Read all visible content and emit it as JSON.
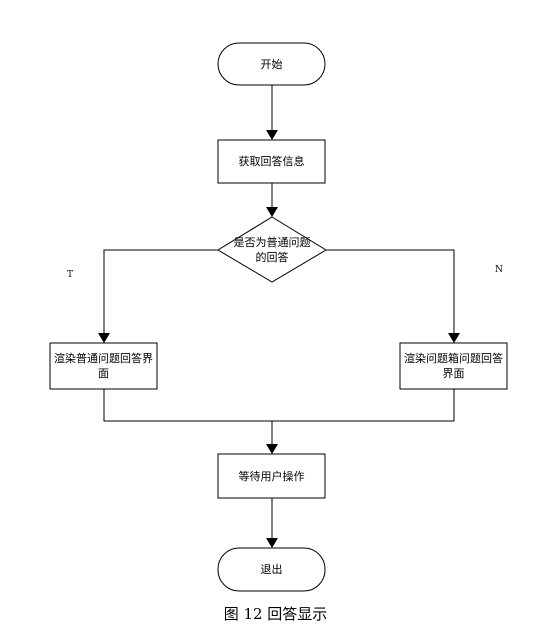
{
  "nodes": {
    "start": "开始",
    "get_info": "获取回答信息",
    "decision": "是否为普通问题的回答",
    "render_normal": "渲染普通问题回答界面",
    "render_box": "渲染问题箱问题回答界面",
    "wait": "等待用户操作",
    "exit": "退出"
  },
  "branches": {
    "yes": "T",
    "no": "N"
  },
  "caption": "图 12  回答显示"
}
